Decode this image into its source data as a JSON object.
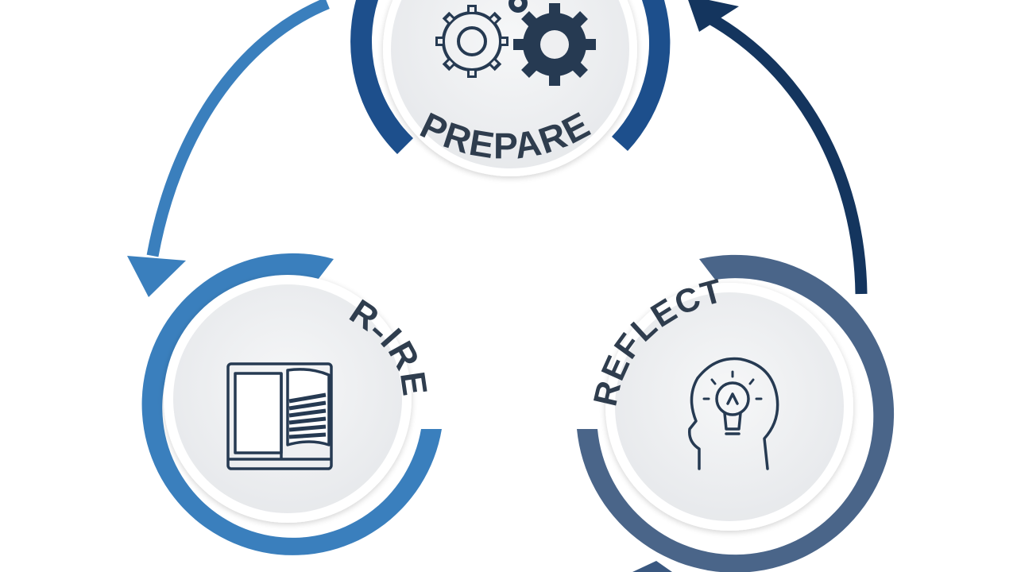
{
  "stages": [
    {
      "key": "prepare",
      "label": "PREPARE",
      "icon": "gears-icon",
      "ring_color": "#1d4f8c",
      "face_color": "#eeeff1"
    },
    {
      "key": "inquire",
      "label": "R˗IRE",
      "icon": "open-book-icon",
      "ring_color": "#3a7fbd",
      "face_color": "#eeeff1"
    },
    {
      "key": "reflect",
      "label": "REFLECT",
      "icon": "head-lightbulb-icon",
      "ring_color": "#4a6589",
      "face_color": "#eeeff1"
    }
  ],
  "connectors": [
    {
      "from": "prepare",
      "to": "inquire",
      "color": "#3a7fbd"
    },
    {
      "from": "reflect",
      "to": "prepare",
      "color": "#14355e"
    },
    {
      "from": "inquire",
      "to": "reflect",
      "color": "#4a6589"
    }
  ],
  "colors": {
    "icon_stroke": "#263a52",
    "label_text": "#2f3d4e",
    "background": "#ffffff"
  }
}
